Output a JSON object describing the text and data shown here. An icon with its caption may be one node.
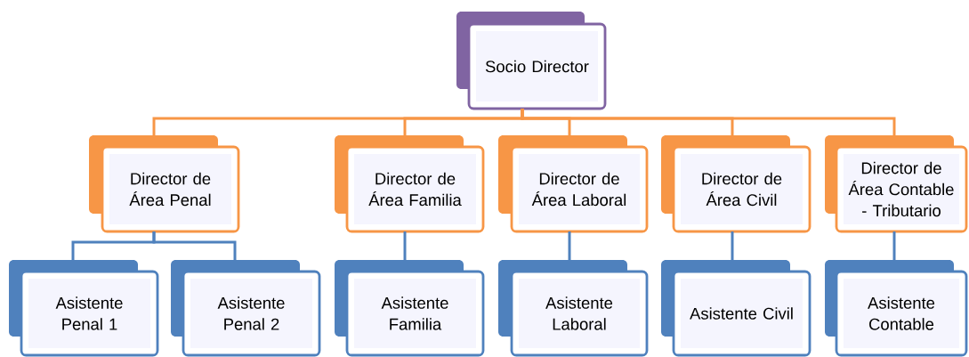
{
  "diagram": {
    "nodes": [
      {
        "text": [
          "Socio Director"
        ]
      },
      {
        "text": [
          "Director de Área Penal"
        ]
      },
      {
        "text": [
          "Director de Área Familia"
        ]
      },
      {
        "text": [
          "Director de Área Laboral"
        ]
      },
      {
        "text": [
          "Director de Área Civil"
        ]
      },
      {
        "text": [
          "Director de Área Contable - Tributario"
        ]
      },
      {
        "text": [
          "Asistente Penal 1"
        ]
      },
      {
        "text": [
          "Asistente Penal 2"
        ]
      },
      {
        "text": [
          "Asistente Familia"
        ]
      },
      {
        "text": [
          "Asistente Laboral"
        ]
      },
      {
        "text": [
          "Asistente Civil"
        ]
      },
      {
        "text": [
          "Asistente Contable"
        ]
      }
    ],
    "edges": [
      {
        "from": 0,
        "to": 1,
        "arrow": "none",
        "color": "#f79646"
      },
      {
        "from": 0,
        "to": 2,
        "arrow": "none",
        "color": "#f79646"
      },
      {
        "from": 0,
        "to": 3,
        "arrow": "none",
        "color": "#f79646"
      },
      {
        "from": 0,
        "to": 4,
        "arrow": "none",
        "color": "#f79646"
      },
      {
        "from": 0,
        "to": 5,
        "arrow": "none",
        "color": "#f79646"
      },
      {
        "from": 1,
        "to": 6,
        "arrow": "none"
      },
      {
        "from": 1,
        "to": 7,
        "arrow": "none"
      },
      {
        "from": 2,
        "to": 8,
        "arrow": "none"
      },
      {
        "from": 3,
        "to": 9,
        "arrow": "none"
      },
      {
        "from": 4,
        "to": 10,
        "arrow": "none"
      },
      {
        "from": 5,
        "to": 11,
        "arrow": "none"
      }
    ]
  }
}
